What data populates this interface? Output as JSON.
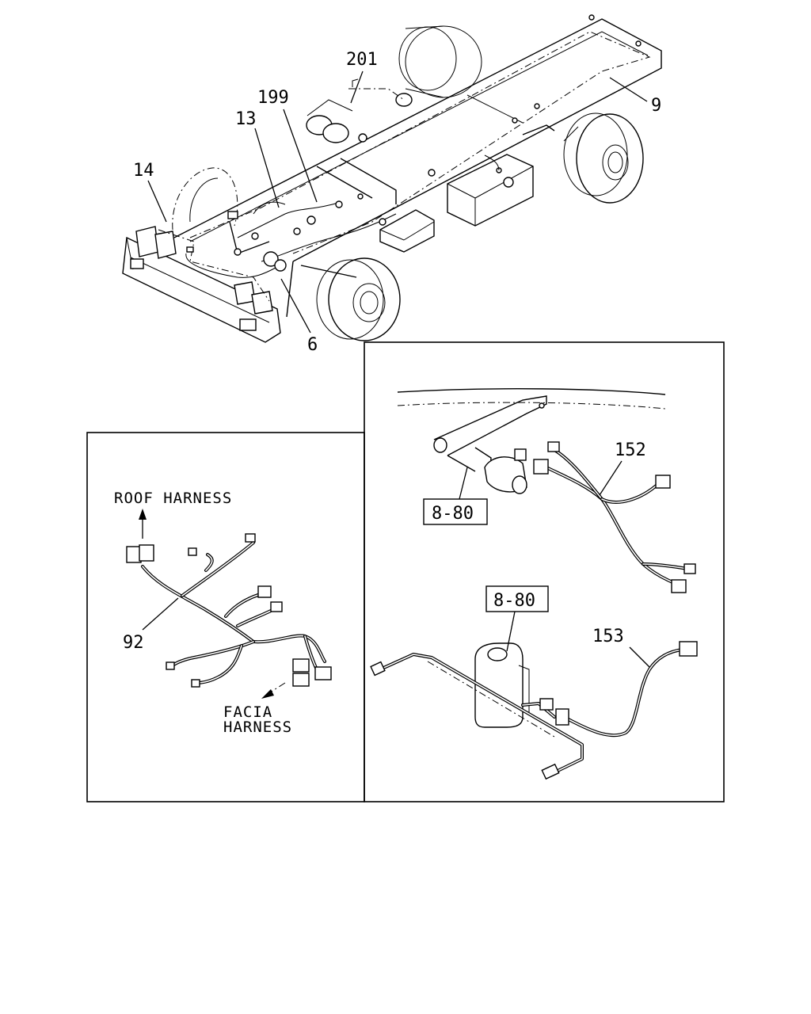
{
  "callouts": {
    "c201": "201",
    "c199": "199",
    "c13": "13",
    "c14": "14",
    "c9": "9",
    "c6": "6",
    "c152": "152",
    "c153": "153",
    "c92": "92",
    "ref_upper": "8-80",
    "ref_lower": "8-80"
  },
  "labels": {
    "roof_harness": "ROOF HARNESS",
    "facia_line1": "FACIA",
    "facia_line2": "HARNESS"
  }
}
